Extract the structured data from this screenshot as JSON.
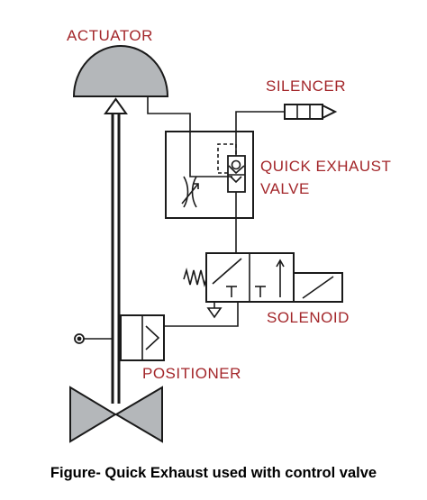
{
  "labels": {
    "actuator": "ACTUATOR",
    "silencer": "SILENCER",
    "quick_exhaust_line1": "QUICK EXHAUST",
    "quick_exhaust_line2": "VALVE",
    "solenoid": "SOLENOID",
    "positioner": "POSITIONER"
  },
  "caption": "Figure- Quick Exhaust used with control valve",
  "colors": {
    "label": "#a3262a",
    "line": "#1a1a1a",
    "actuator_fill": "#b4b7ba",
    "valve_fill": "#b4b7ba",
    "background": "#ffffff"
  }
}
